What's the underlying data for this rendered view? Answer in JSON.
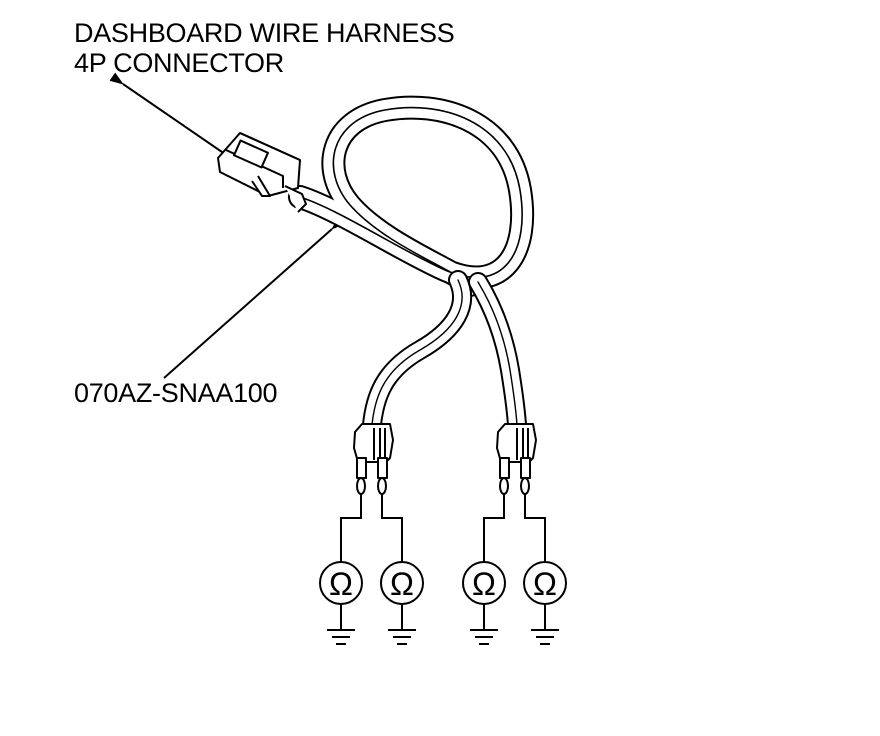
{
  "labels": {
    "connector_line1": "DASHBOARD WIRE HARNESS",
    "connector_line2": "4P CONNECTOR",
    "part_number": "070AZ-SNAA100"
  },
  "meter_symbol": "Ω",
  "colors": {
    "ink": "#000000",
    "background": "#ffffff"
  }
}
